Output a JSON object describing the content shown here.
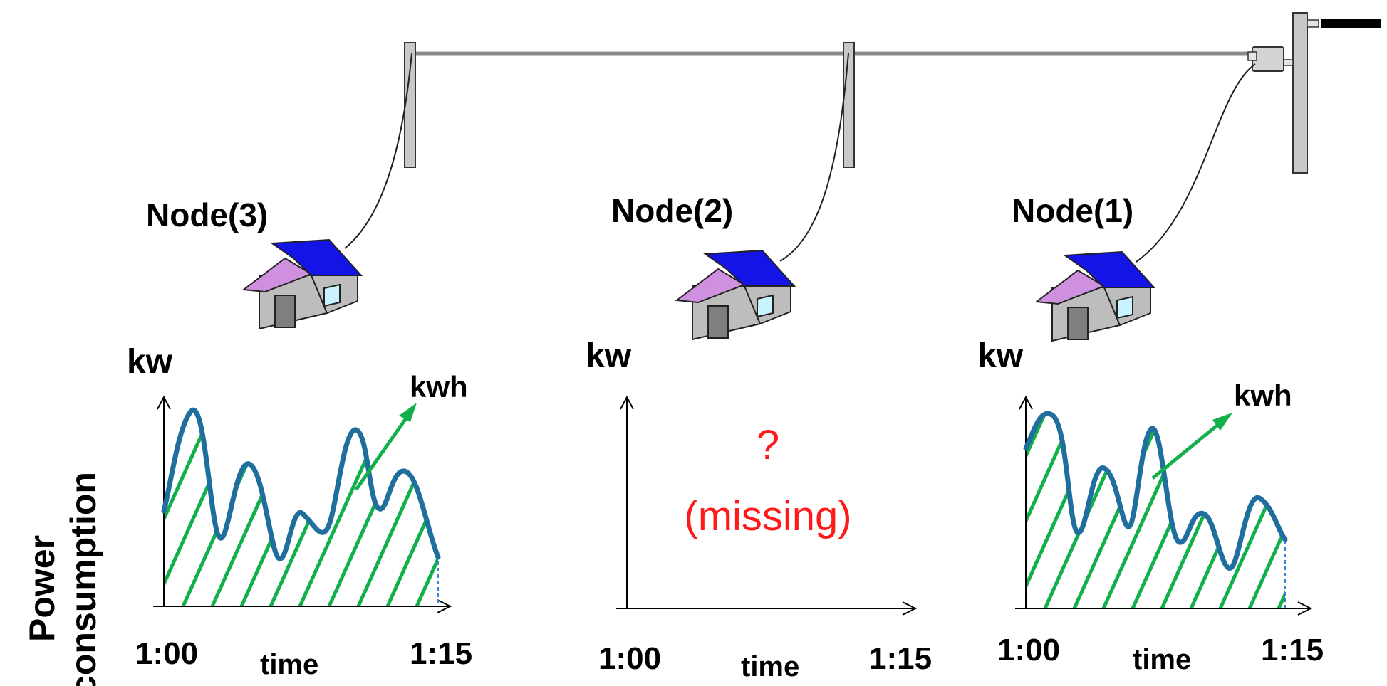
{
  "nodes": [
    {
      "label": "Node(3)",
      "status": "measured"
    },
    {
      "label": "Node(2)",
      "status": "missing"
    },
    {
      "label": "Node(1)",
      "status": "measured"
    }
  ],
  "side_label": {
    "line1": "Power",
    "line2": "consumption"
  },
  "axes": {
    "y_label": "kw",
    "x_label": "time",
    "x_start": "1:00",
    "x_end": "1:15",
    "area_label": "kwh"
  },
  "missing": {
    "mark": "?",
    "text": "(missing)"
  },
  "colors": {
    "curve": "#1f6e9e",
    "hatch": "#12b04a",
    "roof": "#1414e6",
    "roof_side": "#d090e0",
    "wall": "#bdbdbd",
    "window": "#c9f4ff",
    "pole": "#c8c8c8",
    "missing_text": "#ff1a1a",
    "dashed_end": "#3a86d6"
  }
}
